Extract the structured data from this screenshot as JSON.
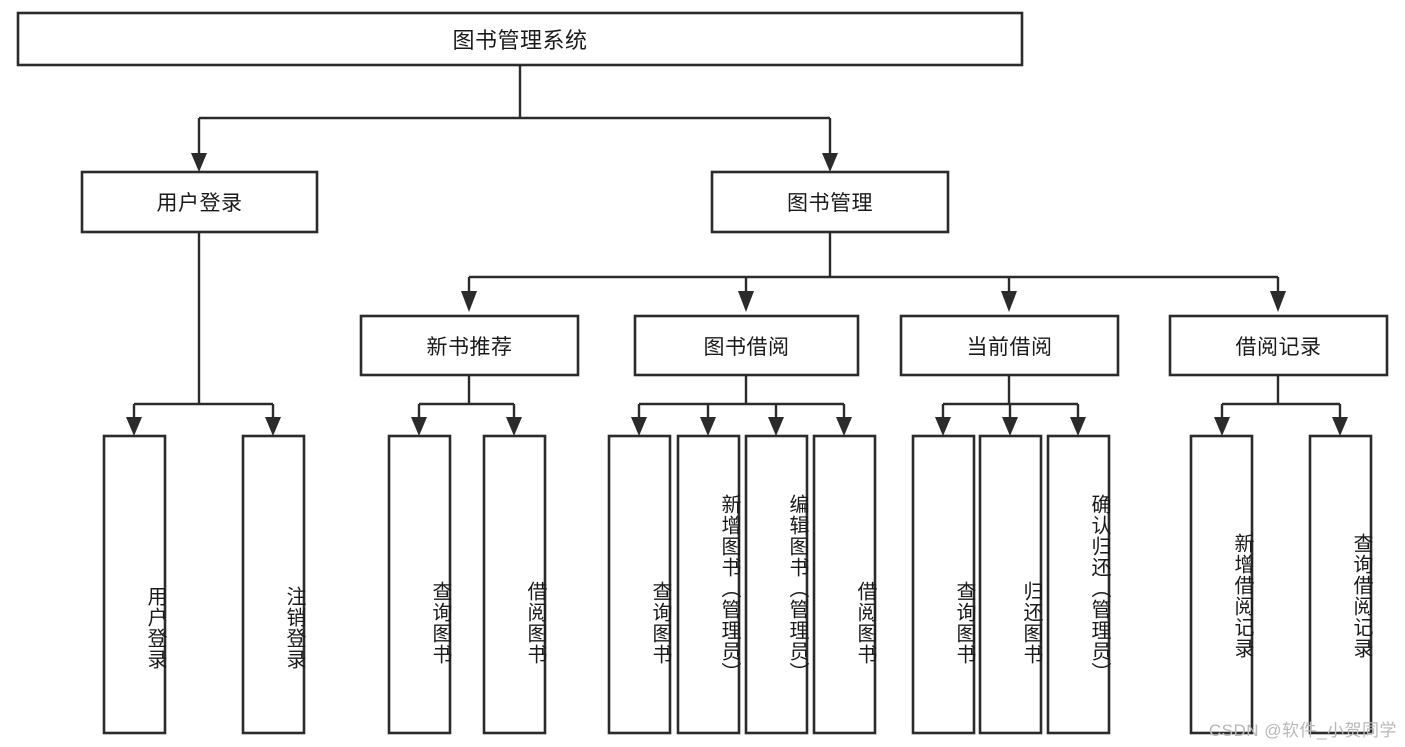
{
  "diagram": {
    "type": "tree-hierarchy",
    "title": "图书管理系统",
    "watermark": "CSDN @软件_小贺同学",
    "colors": {
      "box_fill": "#ffffff",
      "box_stroke": "#2b2b2b",
      "connector": "#2b2b2b",
      "text": "#1a1a1a",
      "watermark": "#b8b8b8",
      "background": "#ffffff"
    },
    "levels": {
      "root": {
        "label": "图书管理系统"
      },
      "level2": [
        {
          "label": "用户登录"
        },
        {
          "label": "图书管理"
        }
      ],
      "level3": [
        {
          "label": "新书推荐"
        },
        {
          "label": "图书借阅"
        },
        {
          "label": "当前借阅"
        },
        {
          "label": "借阅记录"
        }
      ]
    },
    "nodes": {
      "root": "图书管理系统",
      "user_login": "用户登录",
      "book_manage": "图书管理",
      "new_book_rec": "新书推荐",
      "book_borrow": "图书借阅",
      "current_borrow": "当前借阅",
      "borrow_record": "借阅记录",
      "leaf_user_login": "用户登录",
      "leaf_logout": "注销登录",
      "leaf_query_book_1": "查询图书",
      "leaf_borrow_book_1": "借阅图书",
      "leaf_query_book_2": "查询图书",
      "leaf_add_book_admin": "新增图书（管理员）",
      "leaf_edit_book_admin": "编辑图书（管理员）",
      "leaf_borrow_book_2": "借阅图书",
      "leaf_query_book_3": "查询图书",
      "leaf_return_book": "归还图书",
      "leaf_confirm_return_admin": "确认归还（管理员）",
      "leaf_add_record": "新增借阅记录",
      "leaf_query_record": "查询借阅记录"
    },
    "tree": {
      "name": "图书管理系统",
      "children": [
        {
          "name": "用户登录",
          "children": [
            {
              "name": "用户登录"
            },
            {
              "name": "注销登录"
            }
          ]
        },
        {
          "name": "图书管理",
          "children": [
            {
              "name": "新书推荐",
              "children": [
                {
                  "name": "查询图书"
                },
                {
                  "name": "借阅图书"
                }
              ]
            },
            {
              "name": "图书借阅",
              "children": [
                {
                  "name": "查询图书"
                },
                {
                  "name": "新增图书（管理员）"
                },
                {
                  "name": "编辑图书（管理员）"
                },
                {
                  "name": "借阅图书"
                }
              ]
            },
            {
              "name": "当前借阅",
              "children": [
                {
                  "name": "查询图书"
                },
                {
                  "name": "归还图书"
                },
                {
                  "name": "确认归还（管理员）"
                }
              ]
            },
            {
              "name": "借阅记录",
              "children": [
                {
                  "name": "新增借阅记录"
                },
                {
                  "name": "查询借阅记录"
                }
              ]
            }
          ]
        }
      ]
    }
  }
}
